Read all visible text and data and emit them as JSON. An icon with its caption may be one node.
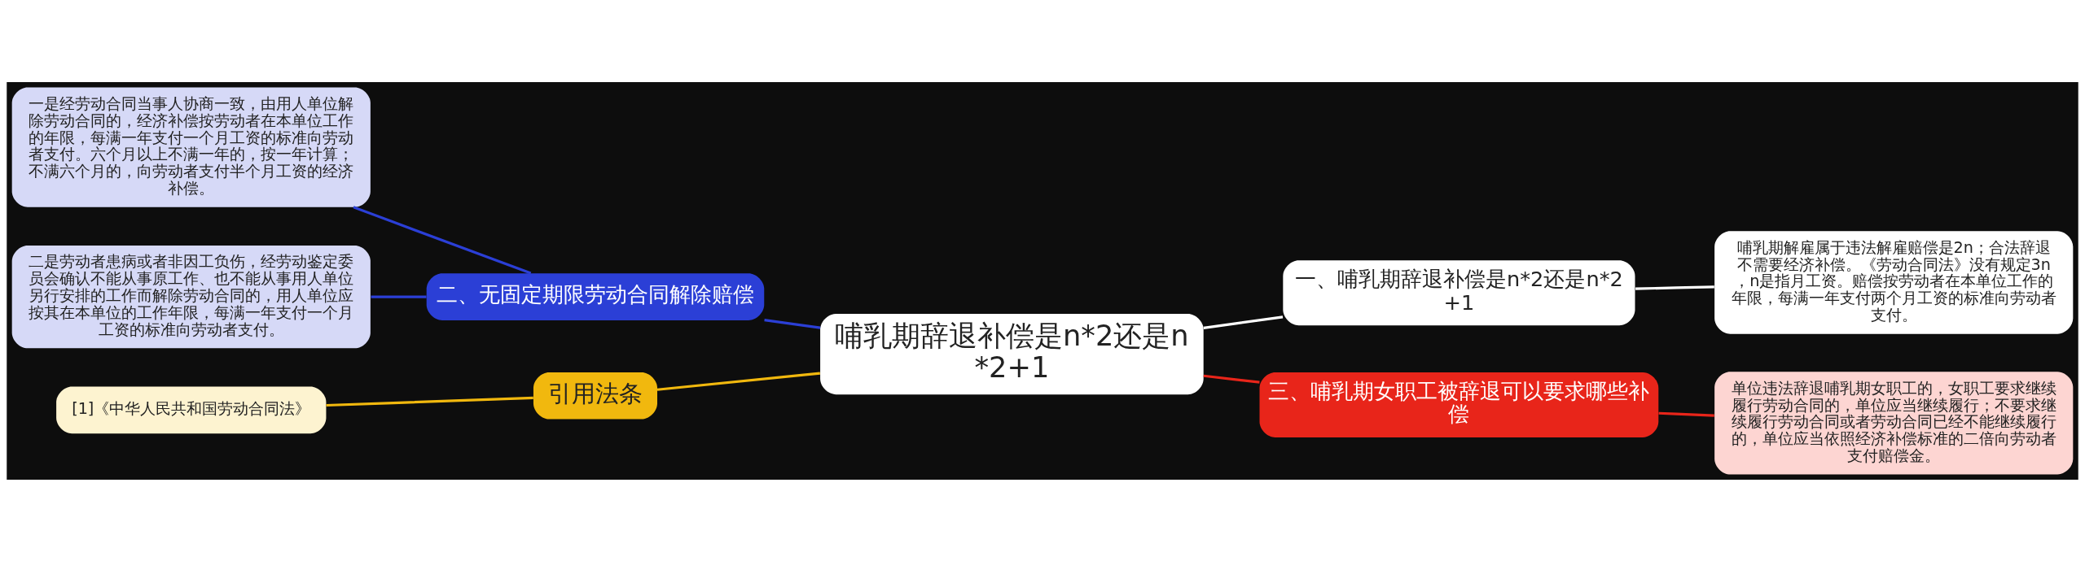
{
  "diagram": {
    "nodes": [
      {
        "text": [
          "哺乳期辞退补偿是n*2还是n*2+1"
        ]
      },
      {
        "text": [
          "一、哺乳期辞退补偿是n*2还是n*2+1"
        ]
      },
      {
        "text": [
          "哺乳期解雇属于违法解雇赔偿是2n；合法辞退不需要经济补偿。《劳动合同法》没有规定3n，n是指月工资。赔偿按劳动者在本单位工作的年限，每满一年支付两个月工资的标准向劳动者支付。"
        ]
      },
      {
        "text": [
          "三、哺乳期女职工被辞退可以要求哪些补偿"
        ]
      },
      {
        "text": [
          "单位违法辞退哺乳期女职工的，女职工要求继续履行劳动合同的，单位应当继续履行；不要求继续履行劳动合同或者劳动合同已经不能继续履行的，单位应当依照经济补偿标准的二倍向劳动者支付赔偿金。"
        ]
      },
      {
        "text": [
          "二、无固定期限劳动合同解除赔偿"
        ]
      },
      {
        "text": [
          "一是经劳动合同当事人协商一致，由用人单位解除劳动合同的，经济补偿按劳动者在本单位工作的年限，每满一年支付一个月工资的标准向劳动者支付。六个月以上不满一年的，按一年计算；不满六个月的，向劳动者支付半个月工资的经济补偿。"
        ]
      },
      {
        "text": [
          "二是劳动者患病或者非因工负伤，经劳动鉴定委员会确认不能从事原工作、也不能从事用人单位另行安排的工作而解除劳动合同的，用人单位应按其在本单位的工作年限，每满一年支付一个月工资的标准向劳动者支付。"
        ]
      },
      {
        "text": [
          "引用法条"
        ]
      },
      {
        "text": [
          "[1]《中华人民共和国劳动合同法》"
        ]
      }
    ],
    "edges": [
      {
        "from": 0,
        "to": 1,
        "arrow": "none",
        "color": "#ffffff"
      },
      {
        "from": 1,
        "to": 2,
        "arrow": "none",
        "color": "#ffffff"
      },
      {
        "from": 0,
        "to": 3,
        "arrow": "none",
        "color": "#e8251a"
      },
      {
        "from": 3,
        "to": 4,
        "arrow": "none",
        "color": "#e8251a"
      },
      {
        "from": 0,
        "to": 5,
        "arrow": "none",
        "color": "#2b3fd6"
      },
      {
        "from": 5,
        "to": 6,
        "arrow": "none",
        "color": "#2b3fd6"
      },
      {
        "from": 5,
        "to": 7,
        "arrow": "none",
        "color": "#2b3fd6"
      },
      {
        "from": 0,
        "to": 8,
        "arrow": "none",
        "color": "#f1b80e"
      },
      {
        "from": 8,
        "to": 9,
        "arrow": "none",
        "color": "#f1b80e"
      }
    ]
  }
}
